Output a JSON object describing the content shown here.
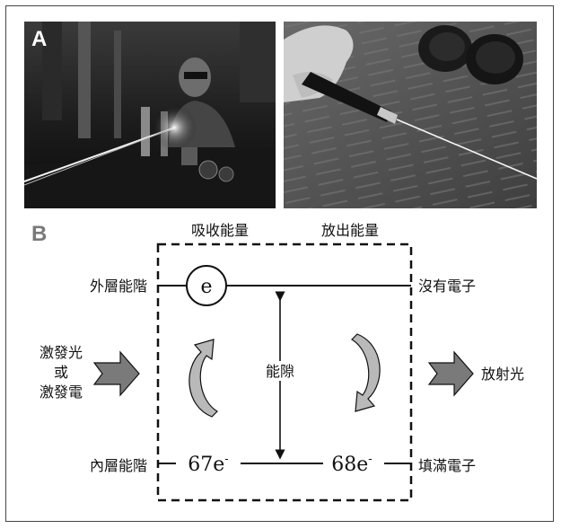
{
  "panel_a": {
    "letter": "A",
    "left_photo": "laser-lab-photo",
    "right_photo": "laser-pointer-photo"
  },
  "panel_b": {
    "letter": "B",
    "absorb_label": "吸收能量",
    "emit_label": "放出能量",
    "outer_level_label": "外層能階",
    "inner_level_label": "內層能階",
    "no_electron_label": "沒有電子",
    "filled_label": "填滿電子",
    "excite_label_line1": "激發光",
    "excite_label_line2": "或",
    "excite_label_line3": "激發電",
    "emit_light_label": "放射光",
    "gap_label": "能隙",
    "electron_symbol": "e",
    "inner_left_value": "67e",
    "inner_right_value": "68e",
    "superscript": "-"
  },
  "colors": {
    "arrow_fill": "#7a7a7a",
    "curved_arrow_fill": "#b9b9b9",
    "line": "#111111"
  }
}
